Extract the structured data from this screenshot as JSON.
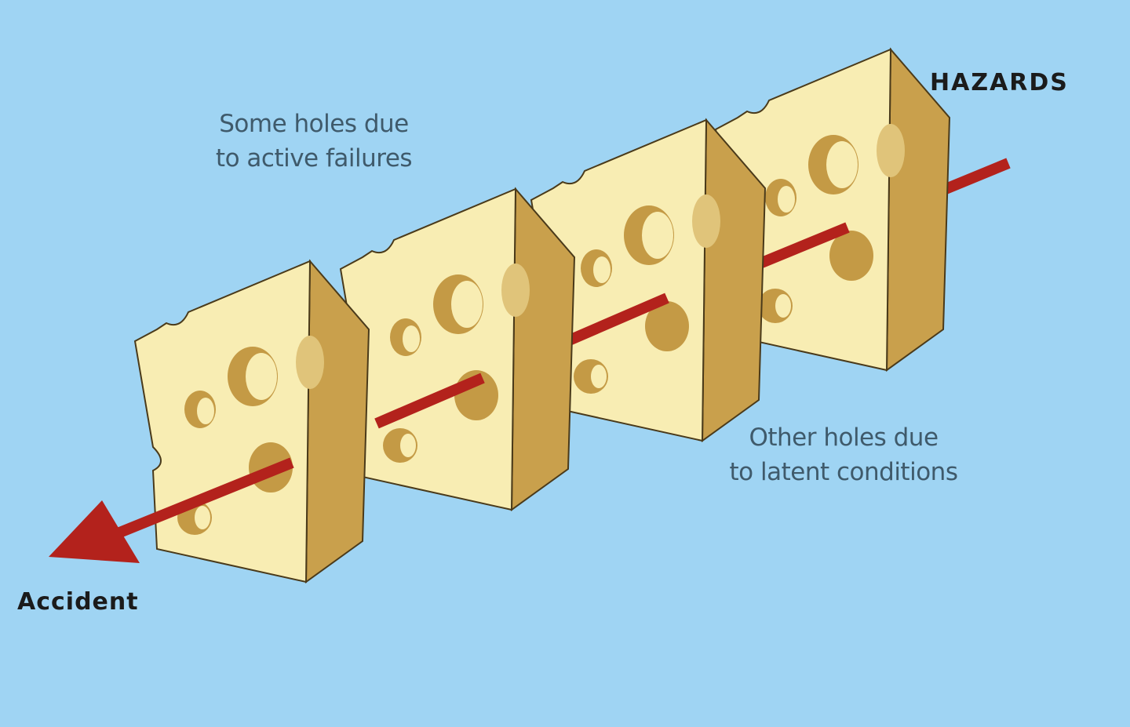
{
  "labels": {
    "hazards": "HAZARDS",
    "accident": "Accident",
    "active_line1": "Some holes due",
    "active_line2": "to active failures",
    "latent_line1": "Other holes due",
    "latent_line2": "to latent conditions"
  },
  "colors": {
    "background": "#9fd4f3",
    "cheese_face": "#f8edb3",
    "cheese_side": "#c9a04c",
    "hole": "#c49a45",
    "arrow": "#b3221c"
  },
  "slices": 4
}
